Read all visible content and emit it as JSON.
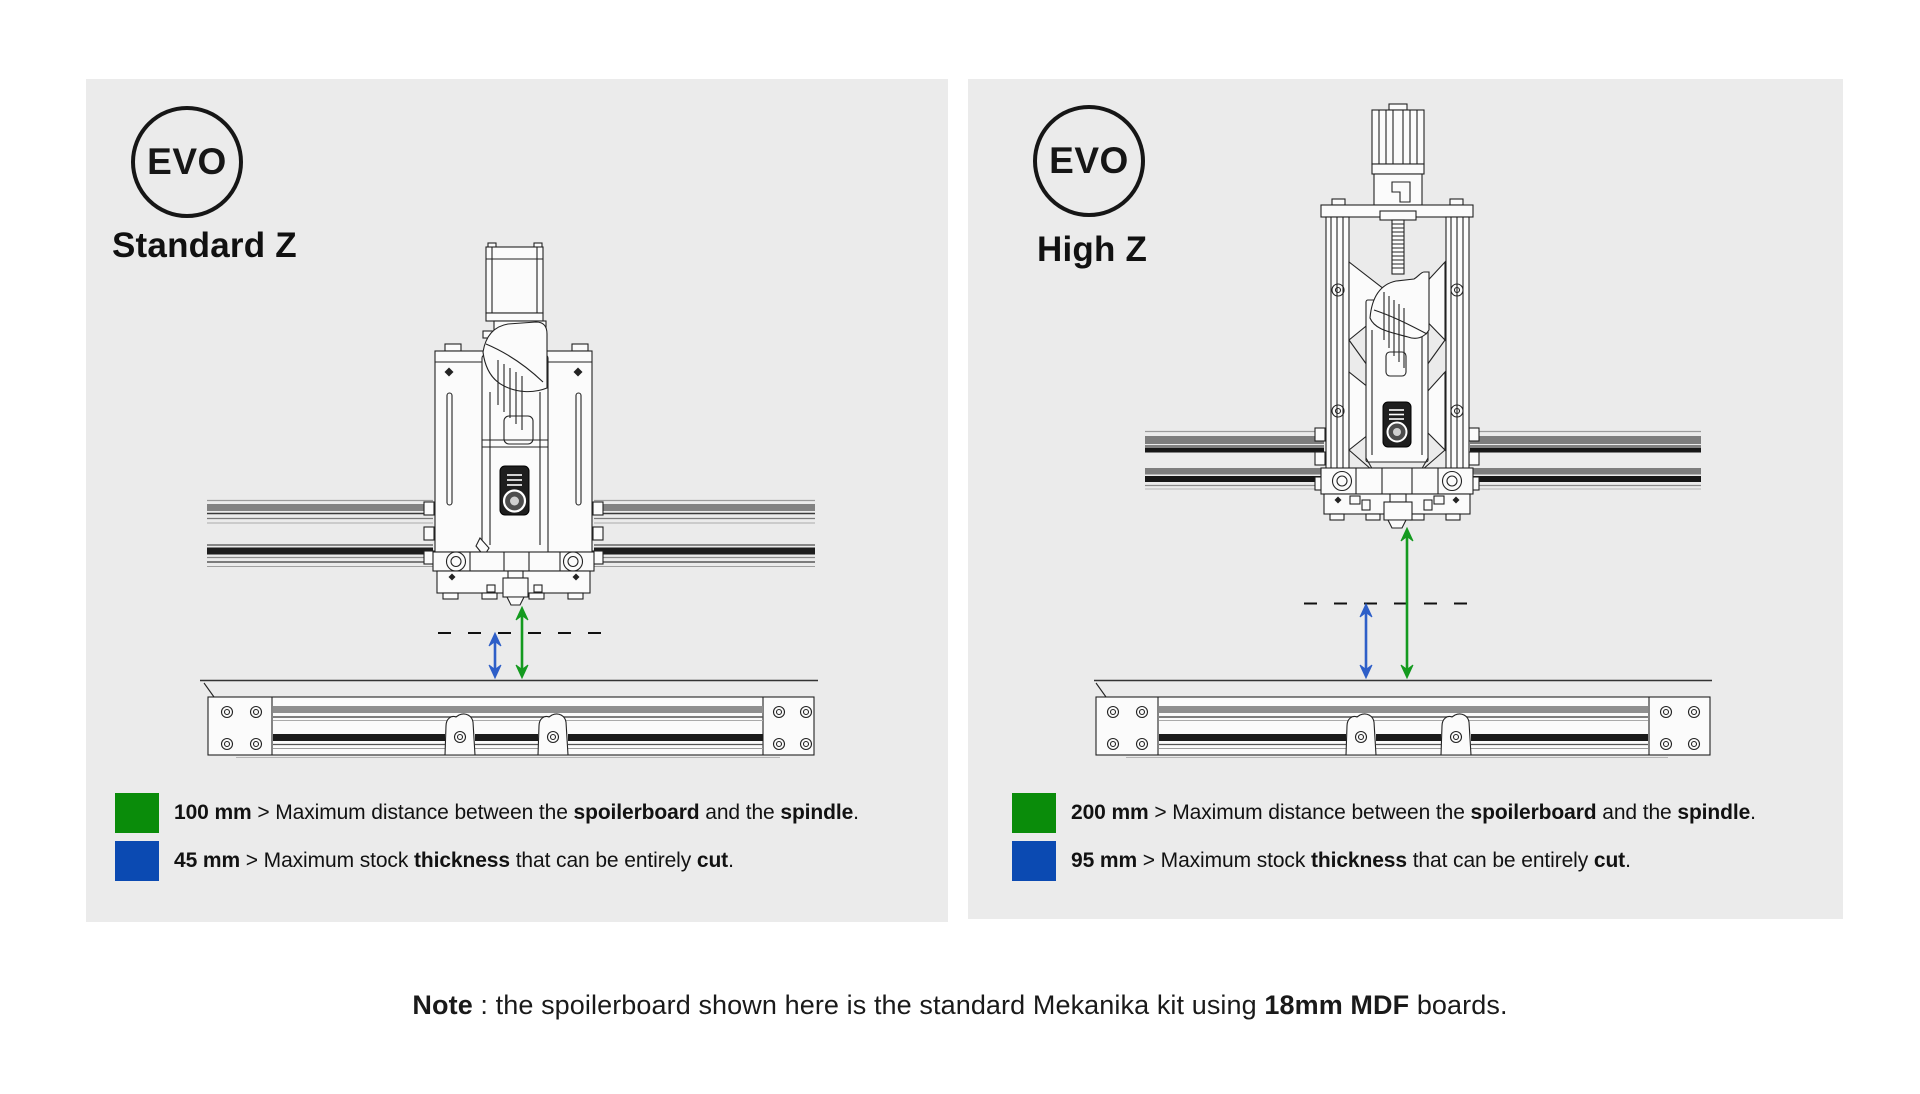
{
  "colors": {
    "panel_bg": "#ebebeb",
    "green": "#0a8c0a",
    "blue": "#0b4ab2",
    "arrow_green": "#149a1f",
    "arrow_blue": "#2e5fc8",
    "line": "#232323"
  },
  "panels": [
    {
      "logo": "EVO",
      "title": "Standard Z",
      "values": {
        "max_distance_mm": "100",
        "max_thickness_mm": "45"
      },
      "legend": [
        {
          "color": "green",
          "segments": [
            {
              "t": "100 mm",
              "b": true
            },
            {
              "t": " > Maximum distance between the "
            },
            {
              "t": "spoilerboard",
              "b": true
            },
            {
              "t": " and the "
            },
            {
              "t": "spindle",
              "b": true
            },
            {
              "t": "."
            }
          ]
        },
        {
          "color": "blue",
          "segments": [
            {
              "t": "45 mm",
              "b": true
            },
            {
              "t": " > Maximum stock "
            },
            {
              "t": "thickness",
              "b": true
            },
            {
              "t": " that can be entirely "
            },
            {
              "t": "cut",
              "b": true
            },
            {
              "t": "."
            }
          ]
        }
      ]
    },
    {
      "logo": "EVO",
      "title": "High Z",
      "values": {
        "max_distance_mm": "200",
        "max_thickness_mm": "95"
      },
      "legend": [
        {
          "color": "green",
          "segments": [
            {
              "t": "200 mm",
              "b": true
            },
            {
              "t": " > Maximum distance between the "
            },
            {
              "t": "spoilerboard",
              "b": true
            },
            {
              "t": " and the "
            },
            {
              "t": "spindle",
              "b": true
            },
            {
              "t": "."
            }
          ]
        },
        {
          "color": "blue",
          "segments": [
            {
              "t": "95 mm",
              "b": true
            },
            {
              "t": " > Maximum stock "
            },
            {
              "t": "thickness",
              "b": true
            },
            {
              "t": " that can be entirely "
            },
            {
              "t": "cut",
              "b": true
            },
            {
              "t": "."
            }
          ]
        }
      ]
    }
  ],
  "note": {
    "segments": [
      {
        "t": "Note",
        "b": true
      },
      {
        "t": " : the spoilerboard shown here is the standard Mekanika kit  using "
      },
      {
        "t": "18mm MDF",
        "b": true
      },
      {
        "t": " boards."
      }
    ]
  }
}
